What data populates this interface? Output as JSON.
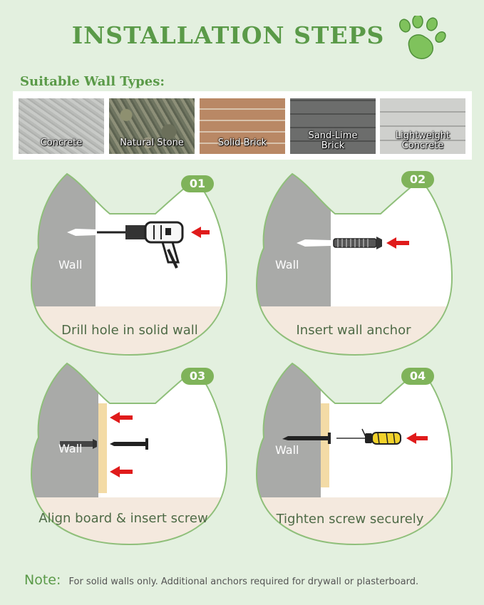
{
  "header": {
    "title": "INSTALLATION STEPS"
  },
  "icons": {
    "paw": "paw-icon"
  },
  "wall_types": {
    "title": "Suitable Wall Types:",
    "items": [
      "Concrete",
      "Natural Stone",
      "Solid Brick",
      "Sand-Lime Brick",
      "Lightweight Concrete"
    ]
  },
  "steps": [
    {
      "number": "01",
      "wall_label": "Wall",
      "caption": "Drill hole in solid wall"
    },
    {
      "number": "02",
      "wall_label": "Wall",
      "caption": "Insert wall anchor"
    },
    {
      "number": "03",
      "wall_label": "Wall",
      "caption": "Align board & insert screw"
    },
    {
      "number": "04",
      "wall_label": "Wall",
      "caption": "Tighten screw securely"
    }
  ],
  "note": {
    "label": "Note:",
    "text": "For solid walls only. Additional anchors required for drywall or plasterboard."
  },
  "colors": {
    "background": "#e3f0df",
    "accent_green": "#5a9a48",
    "badge_green": "#7fb35a",
    "arrow_red": "#e01b1b",
    "wall_gray": "#a9aaa8",
    "floor_beige": "#f4e9de"
  }
}
